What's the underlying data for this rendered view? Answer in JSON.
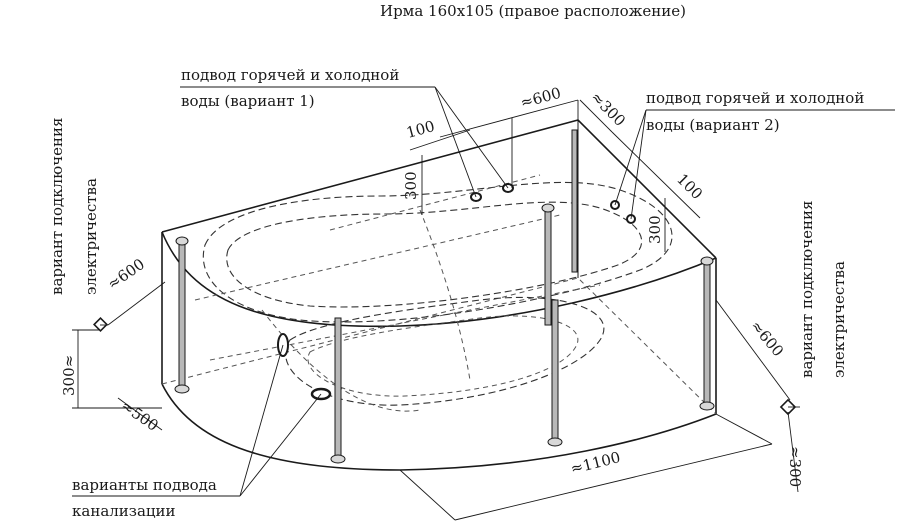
{
  "title": "Ирма 160x105 (правое расположение)",
  "notes": {
    "water_v1_line1": "подвод горячей и холодной",
    "water_v1_line2": "воды (вариант 1)",
    "water_v2_line1": "подвод горячей и холодной",
    "water_v2_line2": "воды (вариант 2)",
    "drain_line1": "варианты подвода",
    "drain_line2": "канализации",
    "elec_left_line1": "вариант подключения",
    "elec_left_line2": "электричества",
    "elec_right_line1": "вариант подключения",
    "elec_right_line2": "электричества"
  },
  "dimensions": {
    "top_600": "≈600",
    "top_300": "≈300",
    "top_100_left": "100",
    "top_100_right": "100",
    "height_300_back": "300",
    "height_300_right": "300",
    "left_600": "≈600",
    "left_300": "300≈",
    "left_500": "≈500",
    "bottom_1100": "≈1100",
    "right_600": "≈600",
    "right_300": "≈300"
  },
  "colors": {
    "ink": "#1a1a1a",
    "background": "#ffffff"
  }
}
